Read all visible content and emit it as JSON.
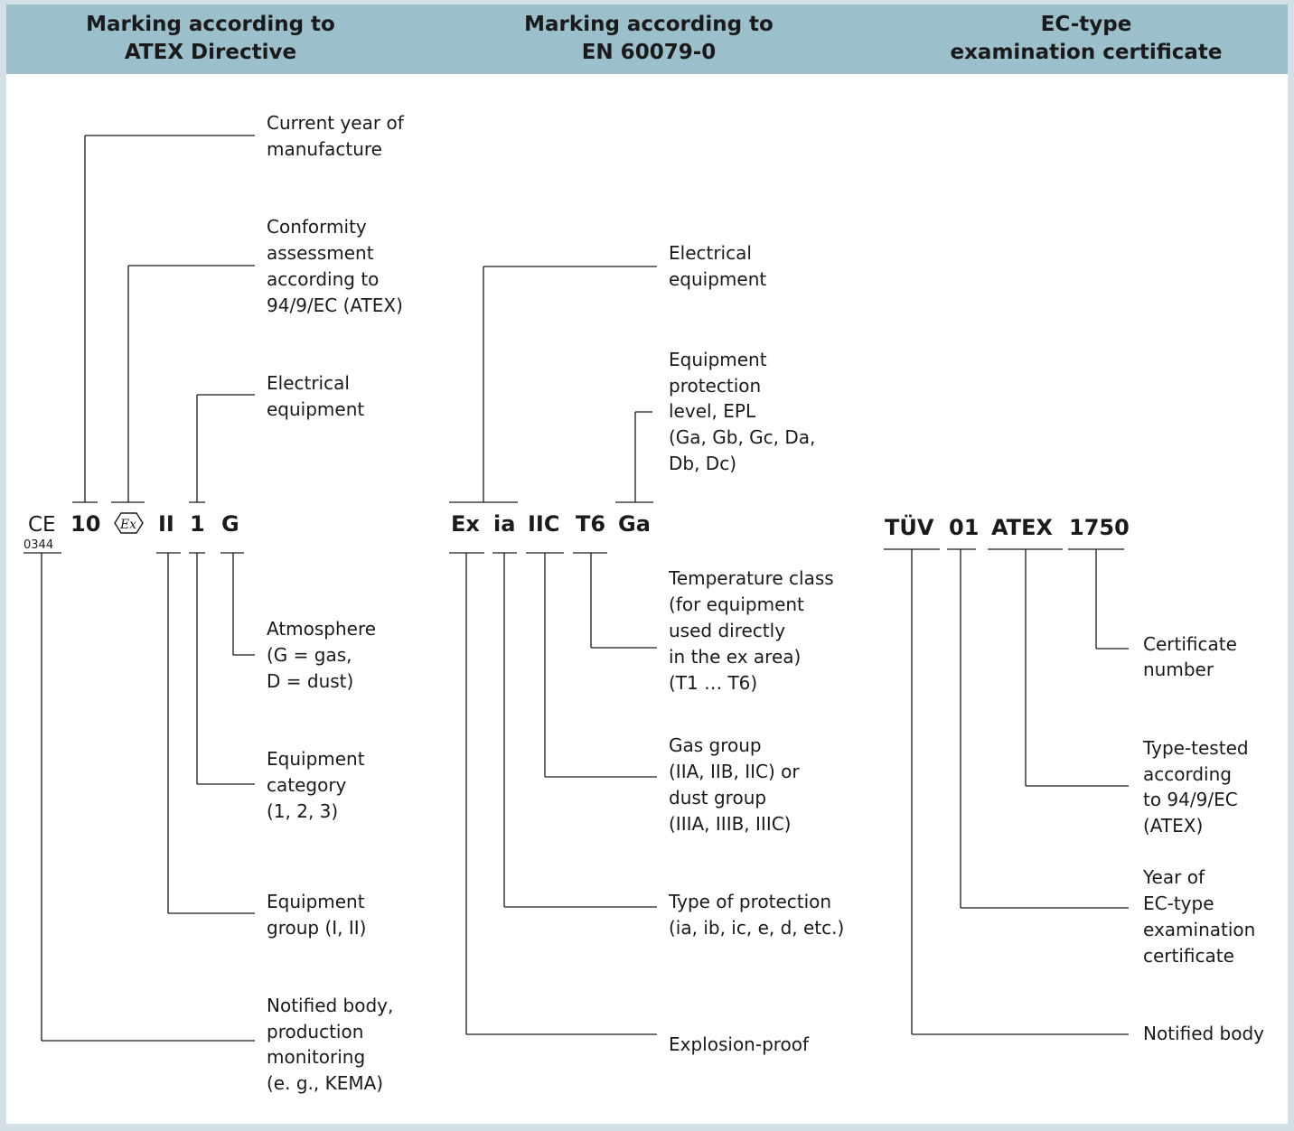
{
  "headers": [
    {
      "line1": "Marking according to",
      "line2": "ATEX Directive"
    },
    {
      "line1": "Marking according to",
      "line2": "EN 60079-0"
    },
    {
      "line1": "EC-type",
      "line2": "examination certificate"
    }
  ],
  "atex": {
    "ce_mark": "CE",
    "ce_number": "0344",
    "ex_symbol": "Ex",
    "codes": {
      "year": "10",
      "group": "II",
      "category": "1",
      "atmosphere": "G"
    },
    "labels": {
      "year": [
        "Current year of",
        "manufacture"
      ],
      "conformity": [
        "Conformity",
        "assessment",
        "according to",
        "94/9/EC (ATEX)"
      ],
      "electrical": [
        "Electrical",
        "equipment"
      ],
      "atmosphere": [
        "Atmosphere",
        "(G = gas,",
        "D = dust)"
      ],
      "category": [
        "Equipment",
        "category",
        "(1, 2, 3)"
      ],
      "group": [
        "Equipment",
        "group (I, II)"
      ],
      "notified": [
        "Notified body,",
        "production",
        "monitoring",
        "(e. g., KEMA)"
      ]
    }
  },
  "en": {
    "codes": {
      "ex": "Ex",
      "protection": "ia",
      "gas_group": "IIC",
      "temp": "T6",
      "epl": "Ga"
    },
    "labels": {
      "electrical": [
        "Electrical",
        "equipment"
      ],
      "epl": [
        "Equipment",
        "protection",
        "level, EPL",
        "(Ga, Gb, Gc, Da,",
        "Db, Dc)"
      ],
      "temp": [
        "Temperature class",
        "(for equipment",
        "used directly",
        "in the ex area)",
        "(T1 … T6)"
      ],
      "gas": [
        "Gas group",
        "(IIA, IIB, IIC) or",
        "dust group",
        "(IIIA, IIIB, IIIC)"
      ],
      "protection": [
        "Type of protection",
        "(ia, ib, ic, e, d, etc.)"
      ],
      "explosion": [
        "Explosion-proof"
      ]
    }
  },
  "ec": {
    "codes": {
      "body": "TÜV",
      "year": "01",
      "atex": "ATEX",
      "number": "1750"
    },
    "labels": {
      "number": [
        "Certificate",
        "number"
      ],
      "typetested": [
        "Type-tested",
        "according",
        "to 94/9/EC",
        "(ATEX)"
      ],
      "year": [
        "Year of",
        "EC-type",
        "examination",
        "certificate"
      ],
      "body": [
        "Notified body"
      ]
    }
  }
}
